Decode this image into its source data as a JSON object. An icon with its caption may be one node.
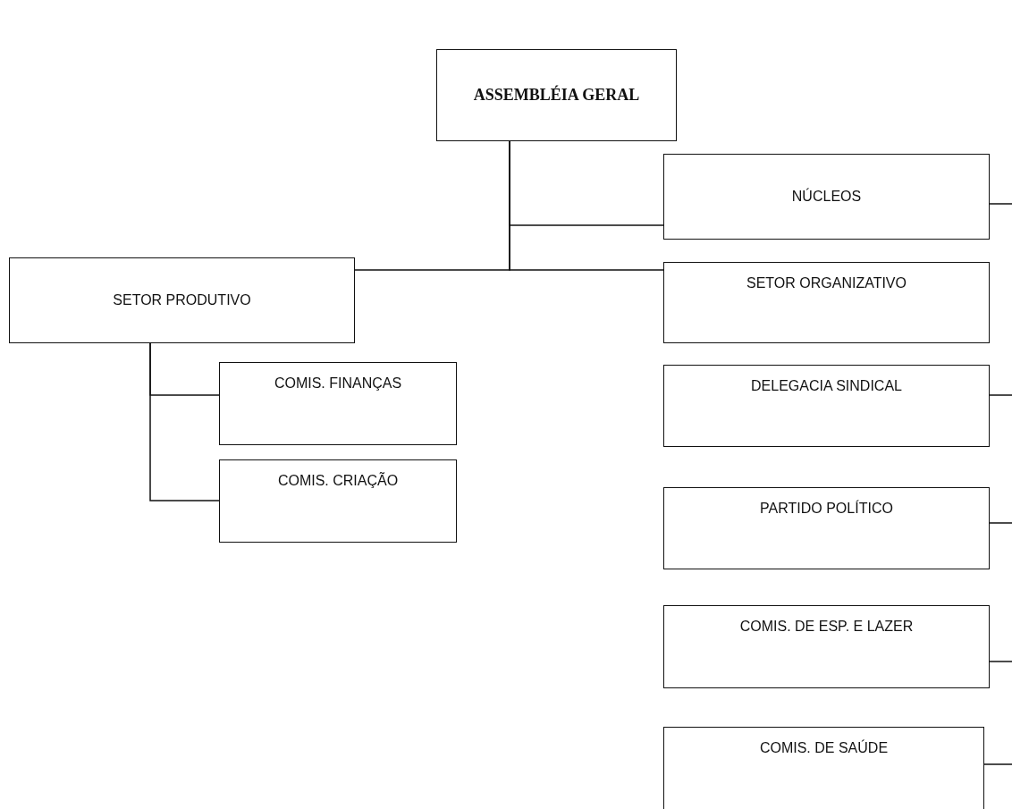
{
  "diagram": {
    "nodes": [
      {
        "text": [
          "ASSEMBLÉIA GERAL"
        ]
      },
      {
        "text": [
          "NÚCLEOS"
        ]
      },
      {
        "text": [
          "SETOR PRODUTIVO"
        ]
      },
      {
        "text": [
          "SETOR ORGANIZATIVO"
        ]
      },
      {
        "text": [
          "COMIS. FINANÇAS"
        ]
      },
      {
        "text": [
          "DELEGACIA SINDICAL"
        ]
      },
      {
        "text": [
          "COMIS. CRIAÇÃO"
        ]
      },
      {
        "text": [
          "PARTIDO POLÍTICO"
        ]
      },
      {
        "text": [
          "COMIS. DE ESP. E LAZER"
        ]
      },
      {
        "text": [
          "COMIS. DE SAÚDE"
        ]
      }
    ],
    "edges": [
      {
        "from": 0,
        "to": 1,
        "arrow": "none"
      },
      {
        "from": 0,
        "to": 2,
        "arrow": "none"
      },
      {
        "from": 0,
        "to": 3,
        "arrow": "none"
      },
      {
        "from": 2,
        "to": 4,
        "arrow": "none"
      },
      {
        "from": 2,
        "to": 6,
        "arrow": "none"
      },
      {
        "from": 1,
        "to": null,
        "arrow": "none"
      },
      {
        "from": 5,
        "to": null,
        "arrow": "none"
      },
      {
        "from": 7,
        "to": null,
        "arrow": "none"
      },
      {
        "from": 8,
        "to": null,
        "arrow": "none"
      },
      {
        "from": 9,
        "to": null,
        "arrow": "none"
      }
    ]
  }
}
